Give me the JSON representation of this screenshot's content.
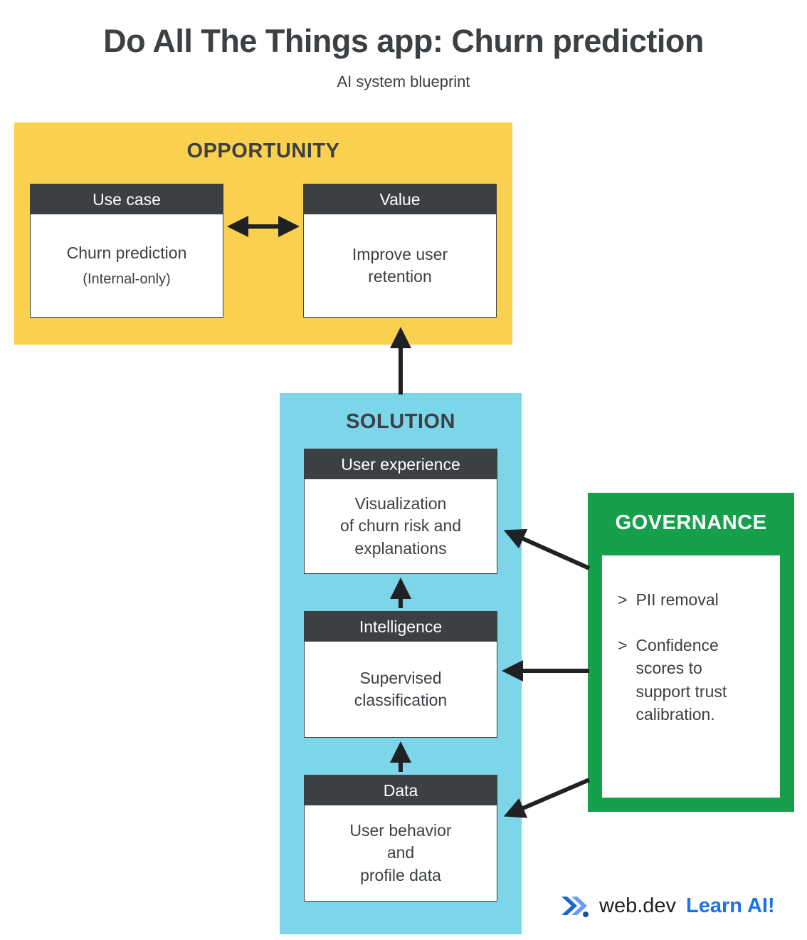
{
  "colors": {
    "yellow": "#FAD04F",
    "cyan": "#7CD5E8",
    "green": "#17A04C",
    "dark": "#3C4043",
    "arrow": "#202124",
    "link-blue": "#1A73E8"
  },
  "page": {
    "title": "Do All The Things app: Churn prediction",
    "subtitle": "AI system blueprint"
  },
  "opportunity": {
    "label": "OPPORTUNITY",
    "use_case": {
      "header": "Use case",
      "line1": "Churn prediction",
      "line2": "(Internal-only)"
    },
    "value": {
      "header": "Value",
      "body": "Improve user\nretention"
    }
  },
  "solution": {
    "label": "SOLUTION",
    "user_experience": {
      "header": "User experience",
      "body": "Visualization\nof churn risk and\nexplanations"
    },
    "intelligence": {
      "header": "Intelligence",
      "body": "Supervised\nclassification"
    },
    "data": {
      "header": "Data",
      "body": "User behavior\nand\nprofile data"
    }
  },
  "governance": {
    "label": "GOVERNANCE",
    "bullet": ">",
    "items": [
      "PII removal",
      "Confidence\nscores to\nsupport trust\ncalibration."
    ]
  },
  "footer": {
    "brand": "web.dev",
    "link": "Learn AI!"
  }
}
